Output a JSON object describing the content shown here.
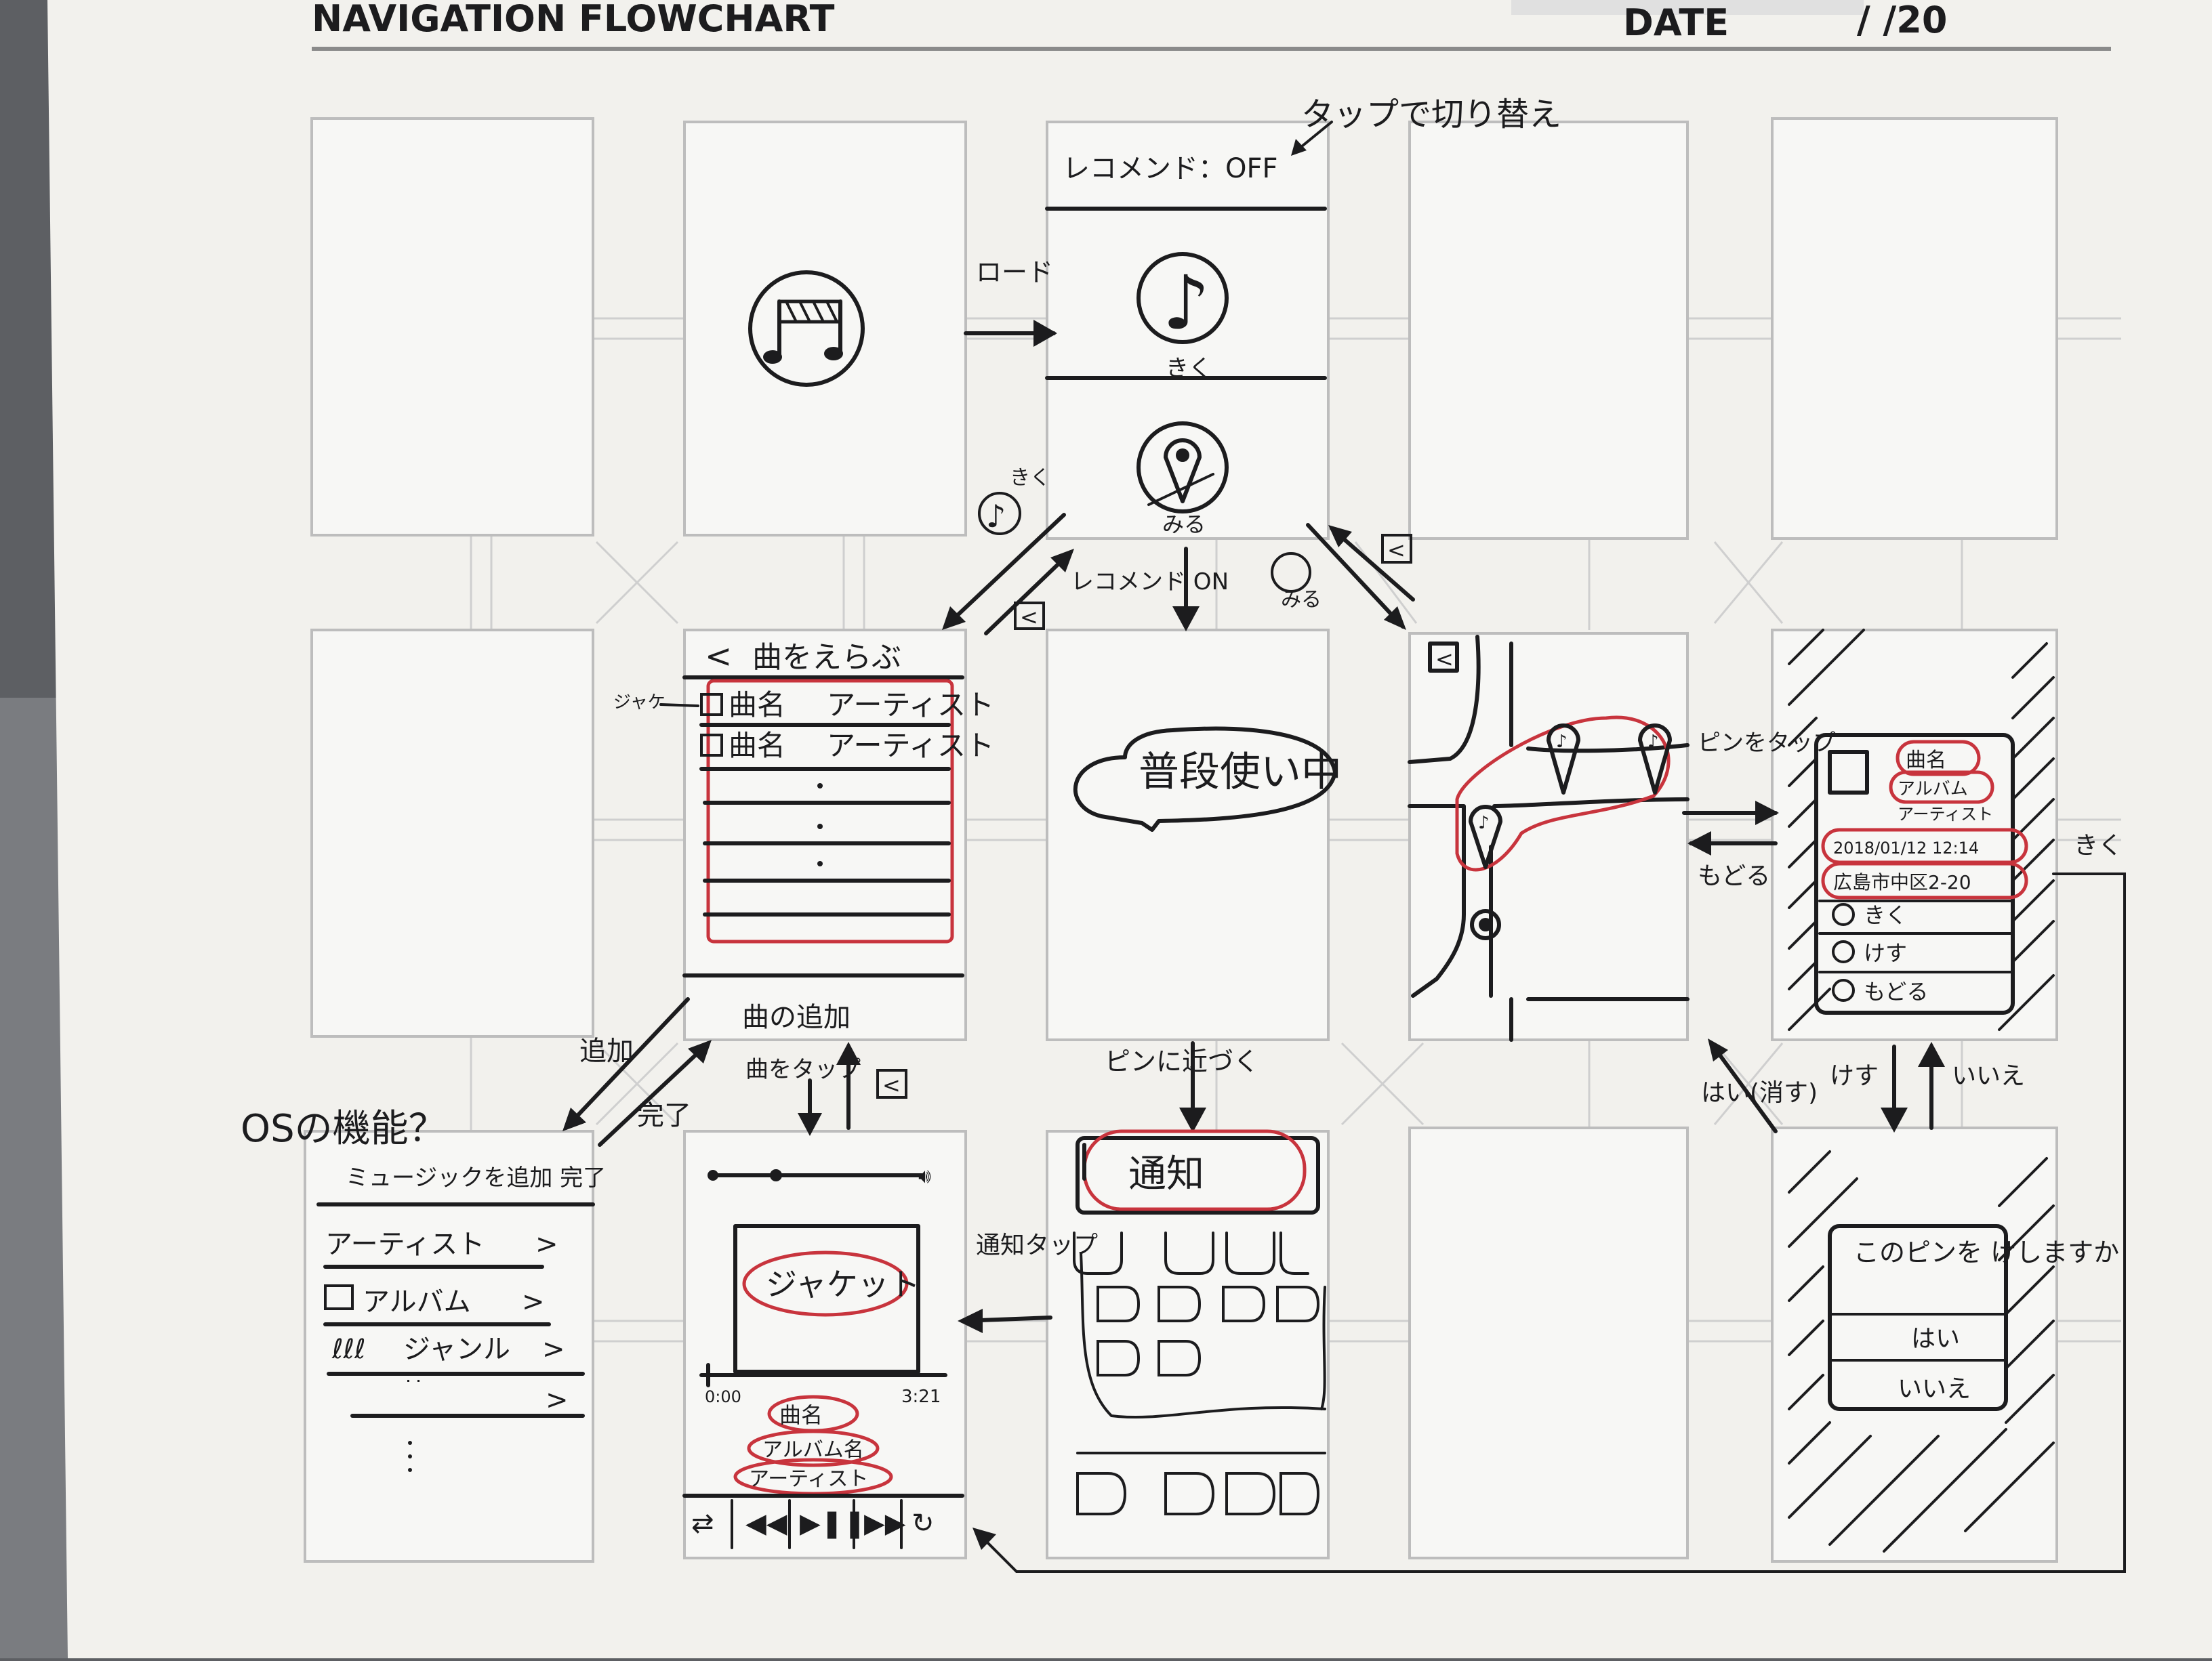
{
  "header": {
    "title": "NAVIGATION FLOWCHART",
    "date_label": "DATE",
    "date_value": "/      /20"
  },
  "annotations": {
    "tap_toggle": "タップで切り替え",
    "load": "ロード",
    "listen_top": "きく",
    "listen_right": "きく",
    "select_song_back": "<",
    "recommend_on": "レコメンド ON",
    "see": "みる",
    "map_back": "<",
    "pin_tap": "ピンをタップ",
    "back": "もどる",
    "add": "追加",
    "done": "完了",
    "os_feature": "OSの機能？",
    "song_add": "曲の追加",
    "song_tap": "曲をタップ",
    "approach_pin": "ピンに近づく",
    "notify_tap": "通知タップ",
    "yes_delete": "はい(消す)",
    "delete": "けす",
    "no": "いいえ",
    "jacket_label": "ジャケ"
  },
  "screens": {
    "launch": {
      "icon": "music-note-icon"
    },
    "home": {
      "recommend": "レコメンド：OFF",
      "listen": "きく",
      "see": "みる"
    },
    "select_song": {
      "title": "曲をえらぶ",
      "rows": [
        {
          "song": "曲名",
          "artist": "アーティスト"
        },
        {
          "song": "曲名",
          "artist": "アーティスト"
        }
      ]
    },
    "idle": {
      "bubble": "普段使い中"
    },
    "pin_detail": {
      "fields": [
        "曲名",
        "アルバム",
        "アーティスト",
        "2018/01/12 12:14",
        "広島市中区2-20"
      ],
      "actions": [
        "きく",
        "けす",
        "もどる"
      ]
    },
    "music_picker": {
      "header": "ミュージックを追加 完了",
      "items": [
        "アーティスト",
        "アルバム",
        "ジャンル"
      ]
    },
    "player": {
      "jacket": "ジャケット",
      "time_start": "0:00",
      "time_end": "3:21",
      "song": "曲名",
      "album": "アルバム名",
      "artist": "アーティスト"
    },
    "notification": {
      "banner": "通知"
    },
    "confirm": {
      "question": "このピンを けしますか",
      "yes": "はい",
      "no": "いいえ"
    }
  }
}
